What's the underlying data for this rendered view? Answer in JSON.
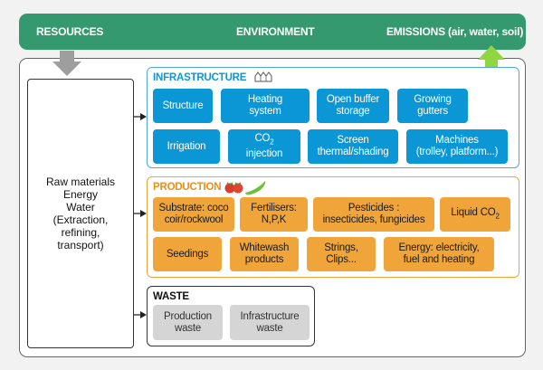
{
  "environment_bar": {
    "resources": "RESOURCES",
    "environment": "ENVIRONMENT",
    "emissions": "EMISSIONS (air, water, soil)"
  },
  "raw_materials": "Raw materials\nEnergy\nWater\n(Extraction,\nrefining,\ntransport)",
  "infrastructure": {
    "title": "INFRASTRUCTURE",
    "cells": [
      "Structure",
      "Heating\nsystem",
      "Open buffer\nstorage",
      "Growing\ngutters",
      "Irrigation",
      "Screen\nthermal/shading",
      "Machines\n(trolley, platform...)"
    ],
    "co2_prefix": "CO",
    "co2_sub": "2",
    "co2_suffix": "injection"
  },
  "production": {
    "title": "PRODUCTION",
    "cells": [
      "Substrate: coco\ncoir/rockwool",
      "Fertilisers:\nN,P,K",
      "Pesticides :\ninsecticides, fungicides",
      "Seedings",
      "Whitewash\nproducts",
      "Strings,\nClips...",
      "Energy: electricity,\nfuel and heating"
    ],
    "liquid_prefix": "Liquid CO",
    "liquid_sub": "2"
  },
  "waste": {
    "title": "WASTE",
    "cells": [
      "Production\nwaste",
      "Infrastructure\nwaste"
    ]
  },
  "colors": {
    "environment_bar": "#35996f",
    "infrastructure": "#0b97d6",
    "production": "#f0a53a",
    "waste": "#d5d5d5",
    "resources_arrow": "#9e9e9e",
    "emissions_arrow": "#8fd640"
  }
}
